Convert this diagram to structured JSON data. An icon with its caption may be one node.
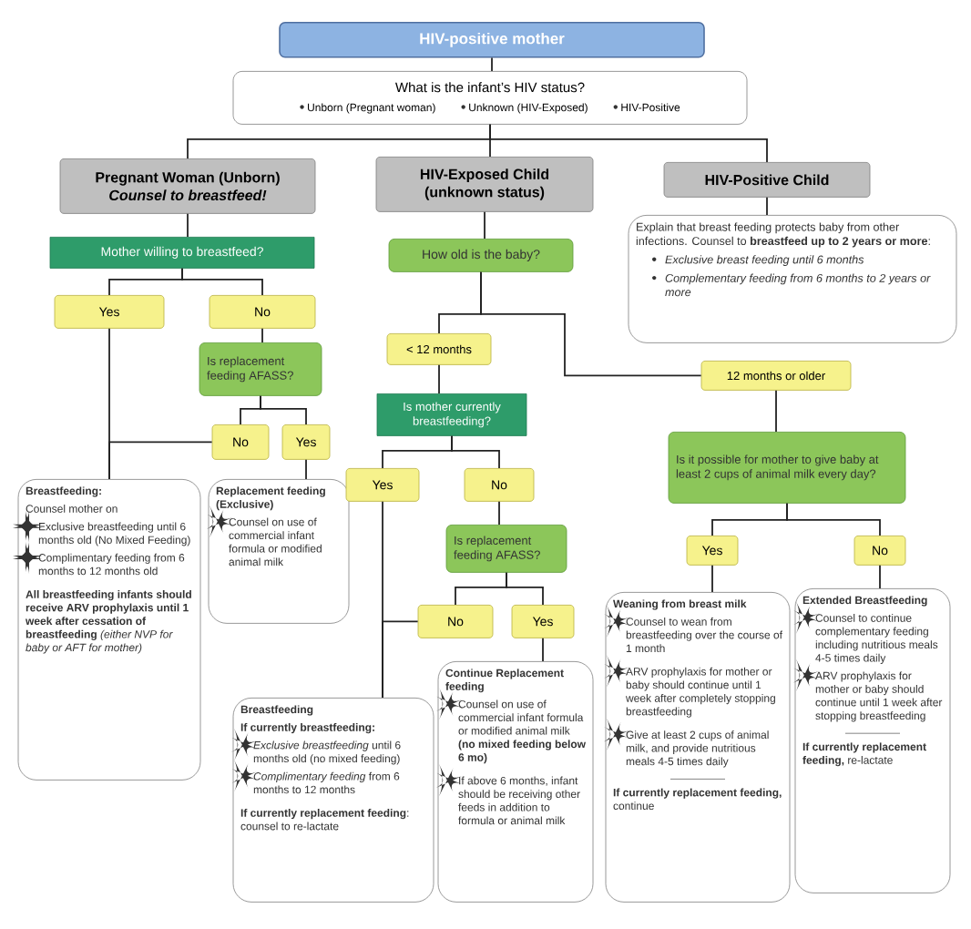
{
  "diagram": {
    "nodes": [
      {
        "text": [
          "HIV-positive mother"
        ]
      },
      {
        "text": [
          "What is the infant’s HIV status?",
          "Unborn (Pregnant woman)",
          "Unknown (HIV-Exposed)",
          "HIV-Positive"
        ]
      },
      {
        "text": [
          "Pregnant Woman (Unborn)",
          "Counsel to breastfeed!"
        ]
      },
      {
        "text": [
          "HIV-Exposed Child",
          "(unknown status)"
        ]
      },
      {
        "text": [
          "HIV-Positive Child"
        ]
      },
      {
        "text": [
          "Explain that breast feeding protects baby from other infections. Counsel to **breastfeed up to 2 years or more**:",
          "Exclusive breast feeding until 6 months",
          "Complementary feeding from 6 months to 2 years or more"
        ]
      },
      {
        "text": [
          "Mother willing to breastfeed?"
        ]
      },
      {
        "text": [
          "Yes"
        ]
      },
      {
        "text": [
          "No"
        ]
      },
      {
        "text": [
          "Is replacement feeding AFASS?"
        ]
      },
      {
        "text": [
          "No"
        ]
      },
      {
        "text": [
          "Yes"
        ]
      },
      {
        "text": [
          "Breastfeeding:",
          "Counsel mother on",
          "Exclusive breastfeeding until 6 months old (No Mixed Feeding)",
          "Complimentary feeding from 6 months to 12 months old",
          "**All breastfeeding infants should receive ARV prophylaxis until 1 week after cessation of breastfeeding** *(either NVP for baby or AFT for mother)*"
        ]
      },
      {
        "text": [
          "Replacement feeding (Exclusive)",
          "Counsel on use of commercial infant formula or modified animal milk"
        ]
      },
      {
        "text": [
          "How old is the baby?"
        ]
      },
      {
        "text": [
          "< 12 months"
        ]
      },
      {
        "text": [
          "Is mother currently breastfeeding?"
        ]
      },
      {
        "text": [
          "Yes"
        ]
      },
      {
        "text": [
          "No"
        ]
      },
      {
        "text": [
          "Is replacement feeding AFASS?"
        ]
      },
      {
        "text": [
          "No"
        ]
      },
      {
        "text": [
          "Yes"
        ]
      },
      {
        "text": [
          "Breastfeeding",
          "If currently breastfeeding:",
          "*Exclusive breastfeeding* until 6 months old (no mixed feeding)",
          "*Complimentary feeding* from 6 months to 12 months",
          "**If currently replacement feeding**: counsel to re-lactate"
        ]
      },
      {
        "text": [
          "Continue Replacement feeding",
          "Counsel on use of commercial infant formula or modified animal milk **(no mixed feeding below 6 mo)**",
          "If above 6 months, infant should be receiving other feeds in addition to formula or animal milk"
        ]
      },
      {
        "text": [
          "12 months or older"
        ]
      },
      {
        "text": [
          "Is it possible for mother to give baby at least 2 cups of animal milk every day?"
        ]
      },
      {
        "text": [
          "Yes"
        ]
      },
      {
        "text": [
          "No"
        ]
      },
      {
        "text": [
          "Weaning from breast milk",
          "Counsel to wean from breastfeeding over the course of 1 month",
          "ARV prophylaxis for mother or baby should continue until 1 week after completely stopping breastfeeding",
          "Give at least 2 cups of animal milk, and provide nutritious meals 4-5 times daily",
          "**If currently replacement feeding,** continue"
        ]
      },
      {
        "text": [
          "Extended Breastfeeding",
          "Counsel to continue complementary feeding including nutritious meals 4-5 times daily",
          "ARV prophylaxis for mother or baby should continue until 1 week after stopping breastfeeding",
          "**If currently replacement feeding,** re-lactate"
        ]
      }
    ],
    "edges": [
      {
        "from": 0,
        "to": 1,
        "arrow": "none"
      },
      {
        "from": 1,
        "to": 2,
        "arrow": "none"
      },
      {
        "from": 1,
        "to": 3,
        "arrow": "none"
      },
      {
        "from": 1,
        "to": 4,
        "arrow": "none"
      },
      {
        "from": 4,
        "to": 5,
        "arrow": "none"
      },
      {
        "from": 2,
        "to": 6,
        "arrow": "none"
      },
      {
        "from": 6,
        "to": 7,
        "arrow": "none"
      },
      {
        "from": 6,
        "to": 8,
        "arrow": "none"
      },
      {
        "from": 8,
        "to": 9,
        "arrow": "none"
      },
      {
        "from": 9,
        "to": 10,
        "arrow": "none"
      },
      {
        "from": 9,
        "to": 11,
        "arrow": "none"
      },
      {
        "from": 7,
        "to": 12,
        "arrow": "none"
      },
      {
        "from": 10,
        "to": 12,
        "arrow": "none"
      },
      {
        "from": 11,
        "to": 13,
        "arrow": "none"
      },
      {
        "from": 3,
        "to": 14,
        "arrow": "none"
      },
      {
        "from": 14,
        "to": 15,
        "arrow": "none"
      },
      {
        "from": 14,
        "to": 24,
        "arrow": "none"
      },
      {
        "from": 15,
        "to": 16,
        "arrow": "none"
      },
      {
        "from": 16,
        "to": 17,
        "arrow": "none"
      },
      {
        "from": 16,
        "to": 18,
        "arrow": "none"
      },
      {
        "from": 18,
        "to": 19,
        "arrow": "none"
      },
      {
        "from": 19,
        "to": 20,
        "arrow": "none"
      },
      {
        "from": 19,
        "to": 21,
        "arrow": "none"
      },
      {
        "from": 17,
        "to": 22,
        "arrow": "none"
      },
      {
        "from": 20,
        "to": 22,
        "arrow": "none"
      },
      {
        "from": 21,
        "to": 23,
        "arrow": "none"
      },
      {
        "from": 24,
        "to": 25,
        "arrow": "none"
      },
      {
        "from": 25,
        "to": 26,
        "arrow": "none"
      },
      {
        "from": 25,
        "to": 27,
        "arrow": "none"
      },
      {
        "from": 26,
        "to": 28,
        "arrow": "none"
      },
      {
        "from": 27,
        "to": 29,
        "arrow": "none"
      }
    ]
  }
}
